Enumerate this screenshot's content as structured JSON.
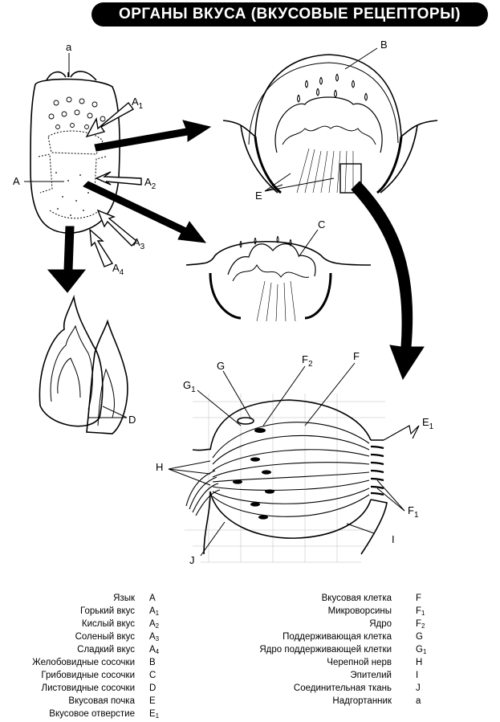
{
  "title": "ОРГАНЫ ВКУСА (ВКУСОВЫЕ РЕЦЕПТОРЫ)",
  "labels": {
    "a": "a",
    "A": "A",
    "A1": {
      "main": "A",
      "sub": "1"
    },
    "A2": {
      "main": "A",
      "sub": "2"
    },
    "A3": {
      "main": "A",
      "sub": "3"
    },
    "A4": {
      "main": "A",
      "sub": "4"
    },
    "B": "B",
    "C": "C",
    "D": "D",
    "E": "E",
    "E1": {
      "main": "E",
      "sub": "1"
    },
    "F": "F",
    "F1": {
      "main": "F",
      "sub": "1"
    },
    "F2": {
      "main": "F",
      "sub": "2"
    },
    "G": "G",
    "G1": {
      "main": "G",
      "sub": "1"
    },
    "H": "H",
    "I": "I",
    "J": "J"
  },
  "legend_left": [
    {
      "name": "Язык",
      "code": "A",
      "sub": ""
    },
    {
      "name": "Горький вкус",
      "code": "A",
      "sub": "1"
    },
    {
      "name": "Кислый вкус",
      "code": "A",
      "sub": "2"
    },
    {
      "name": "Соленый вкус",
      "code": "A",
      "sub": "3"
    },
    {
      "name": "Сладкий вкус",
      "code": "A",
      "sub": "4"
    },
    {
      "name": "Желобовидные сосочки",
      "code": "B",
      "sub": ""
    },
    {
      "name": "Грибовидные сосочки",
      "code": "C",
      "sub": ""
    },
    {
      "name": "Листовидные сосочки",
      "code": "D",
      "sub": ""
    },
    {
      "name": "Вкусовая почка",
      "code": "E",
      "sub": ""
    },
    {
      "name": "Вкусовое отверстие",
      "code": "E",
      "sub": "1"
    }
  ],
  "legend_right": [
    {
      "name": "Вкусовая клетка",
      "code": "F",
      "sub": ""
    },
    {
      "name": "Микроворсины",
      "code": "F",
      "sub": "1"
    },
    {
      "name": "Ядро",
      "code": "F",
      "sub": "2"
    },
    {
      "name": "Поддерживающая клетка",
      "code": "G",
      "sub": ""
    },
    {
      "name": "Ядро поддерживающей клетки",
      "code": "G",
      "sub": "1"
    },
    {
      "name": "Черепной нерв",
      "code": "H",
      "sub": ""
    },
    {
      "name": "Эпителий",
      "code": "I",
      "sub": ""
    },
    {
      "name": "Соединительная ткань",
      "code": "J",
      "sub": ""
    },
    {
      "name": "Надгортанник",
      "code": "a",
      "sub": ""
    }
  ]
}
